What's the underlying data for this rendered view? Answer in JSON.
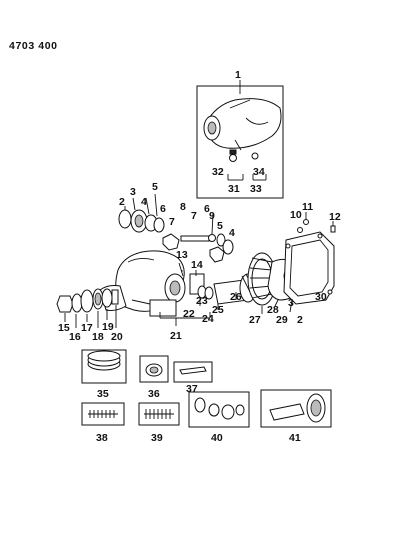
{
  "header": {
    "code": "4703  400"
  },
  "labels": {
    "l1": "1",
    "l2a": "2",
    "l2b": "2",
    "l3a": "3",
    "l3b": "3",
    "l4a": "4",
    "l4b": "4",
    "l5a": "5",
    "l5b": "5",
    "l6a": "6",
    "l6b": "6",
    "l7a": "7",
    "l7b": "7",
    "l8": "8",
    "l9": "9",
    "l10": "10",
    "l11": "11",
    "l12": "12",
    "l13": "13",
    "l14": "14",
    "l15": "15",
    "l16": "16",
    "l17": "17",
    "l18": "18",
    "l19": "19",
    "l20": "20",
    "l21": "21",
    "l22": "22",
    "l23": "23",
    "l24": "24",
    "l25": "25",
    "l26": "26",
    "l27": "27",
    "l28": "28",
    "l29": "29",
    "l30": "30",
    "l31": "31",
    "l32": "32",
    "l33": "33",
    "l34": "34",
    "l35": "35",
    "l36": "36",
    "l37": "37",
    "l38": "38",
    "l39": "39",
    "l40": "40",
    "l41": "41"
  }
}
